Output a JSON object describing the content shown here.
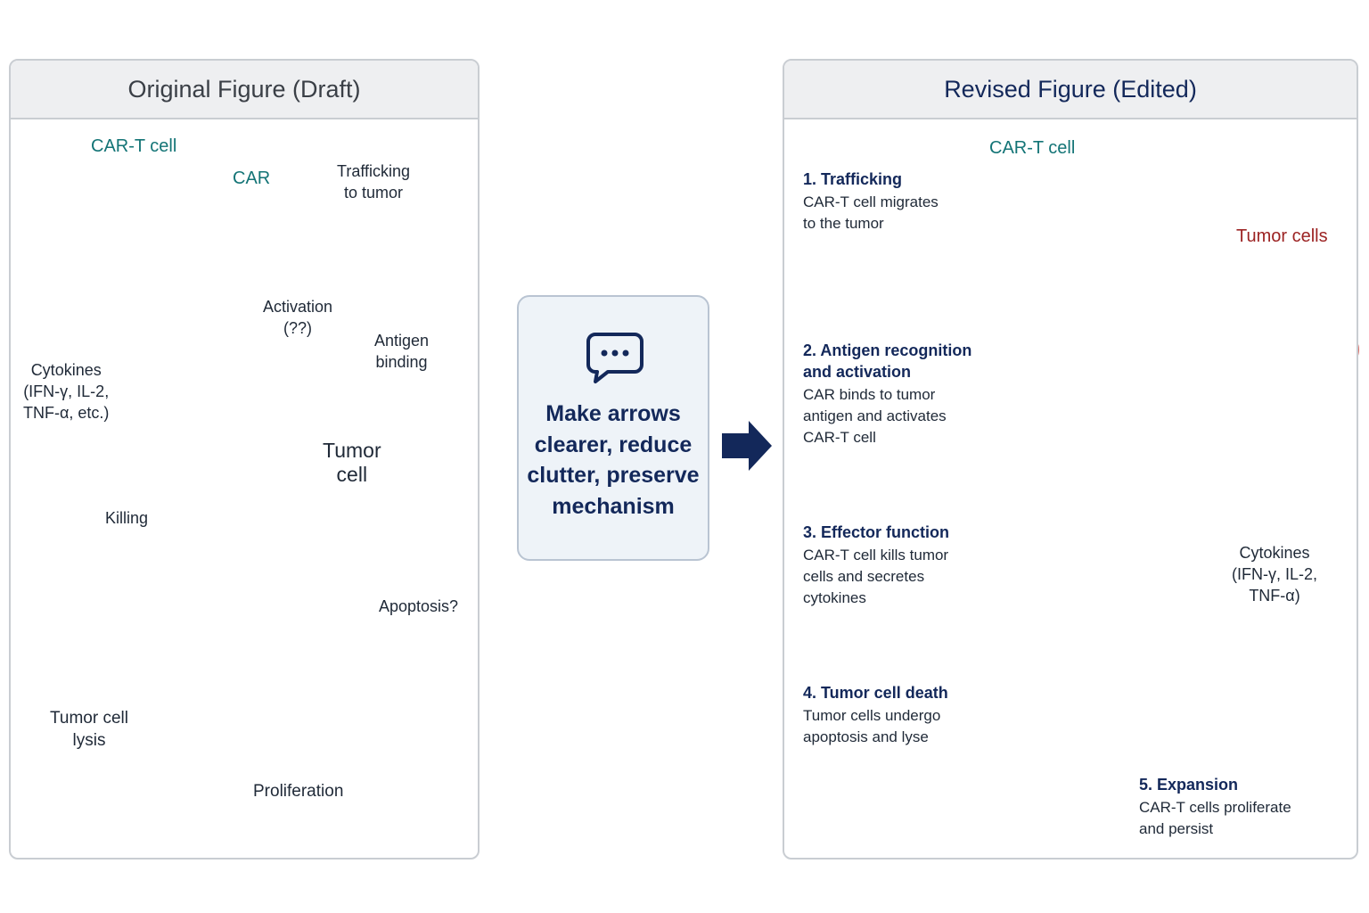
{
  "left_panel": {
    "title": "Original Figure (Draft)",
    "labels": {
      "cart_cell": "CAR-T cell",
      "car": "CAR",
      "trafficking": "Trafficking\nto tumor",
      "activation": "Activation\n(??)",
      "antigen_binding": "Antigen\nbinding",
      "cytokines": "Cytokines\n(IFN-γ, IL-2,\nTNF-α, etc.)",
      "tumor_cell": "Tumor\ncell",
      "killing": "Killing",
      "apoptosis": "Apoptosis?",
      "lysis": "Tumor cell\nlysis",
      "proliferation": "Proliferation"
    }
  },
  "instruction": {
    "text": "Make arrows\nclearer, reduce\nclutter, preserve\nmechanism",
    "icon": "chat-bubble-icon"
  },
  "right_panel": {
    "title": "Revised Figure (Edited)",
    "cart_cell_label": "CAR-T cell",
    "tumor_cells_label": "Tumor cells",
    "steps": [
      {
        "title": "1. Trafficking",
        "desc": "CAR-T cell migrates\nto the tumor"
      },
      {
        "title": "2. Antigen recognition\nand activation",
        "desc": "CAR binds to tumor\nantigen and activates\nCAR-T cell"
      },
      {
        "title": "3. Effector function",
        "desc": "CAR-T cell kills tumor\ncells and secretes\ncytokines"
      },
      {
        "title": "4. Tumor cell death",
        "desc": "Tumor cells undergo\napoptosis and lyse"
      },
      {
        "title": "5. Expansion",
        "desc": "CAR-T cells proliferate\nand persist"
      }
    ],
    "cytokines_label": "Cytokines\n(IFN-γ, IL-2,\nTNF-α)"
  },
  "colors": {
    "navy": "#13285a",
    "teal": "#137476",
    "tumor_red": "#e8736c",
    "border": "#c9cdd2"
  }
}
